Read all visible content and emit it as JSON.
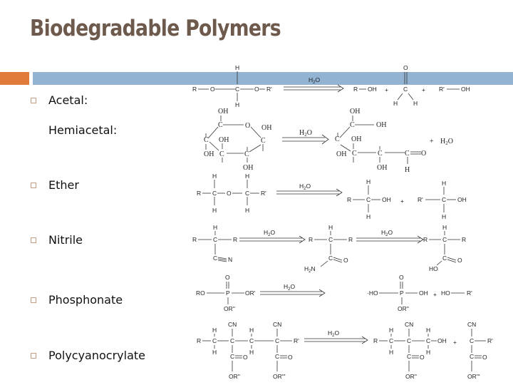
{
  "slide": {
    "title": "Biodegradable Polymers",
    "accent_colors": {
      "title": "#6e5a4d",
      "orange_bar": "#e07b3c",
      "blue_bar": "#93b3d3",
      "bullet_box": "#c79b83"
    }
  },
  "bullets": [
    {
      "label": "Acetal:"
    },
    {
      "label": "Hemiacetal:"
    },
    {
      "label": "Ether"
    },
    {
      "label": "Nitrile"
    },
    {
      "label": "Phosphonate"
    },
    {
      "label": "Polycyanocrylate"
    }
  ],
  "reactions": {
    "reagent": "H2O",
    "plus": "+",
    "acetal": {
      "reactant": "R—O—CH2—O—R'",
      "products": [
        "R—OH",
        "H2C=O",
        "R'—OH"
      ]
    },
    "hemiacetal": {
      "reactant": "cyclic hemiacetal sugar",
      "products": [
        "open-chain aldehyde",
        "H2O"
      ]
    },
    "ether": {
      "reactant": "R—CH2—O—CH2—R'",
      "products": [
        "R—CH2—OH",
        "R'—CH2—OH"
      ]
    },
    "nitrile": {
      "reactant": "R—CH(C≡N)—R",
      "intermediate": "R—CH(CONH2)—R",
      "product": "R—CH(COOH)—R"
    },
    "phosphonate": {
      "reactant": "RO—P(=O)(OR'')—OR'",
      "products": [
        "HO—P(=O)(OR'')—OH",
        "HO—R'"
      ]
    },
    "polycyanocrylate": {
      "reactant": "R—CH2—C(CN)(COOR'')—CH2—C(CN)(COOR''')—R'",
      "products": [
        "R—CH2—C(CN)(COOR'')—CH2—OH",
        "C(CN)(COOR''')—R'"
      ]
    }
  },
  "labels": {
    "H": "H",
    "C": "C",
    "O": "O",
    "R": "R",
    "Rp": "R'",
    "OH": "OH",
    "N": "N",
    "P": "P",
    "RO": "RO",
    "ORp": "OR'",
    "ORpp": "OR''",
    "ORppp": "OR'''",
    "HO": "HO",
    "CN": "CN",
    "H2N": "H2N",
    "Rp_OH": "R'—OH",
    "R_OH": "R—OH",
    "HO_R": "HO—R'",
    "dotHO": "·HO"
  }
}
